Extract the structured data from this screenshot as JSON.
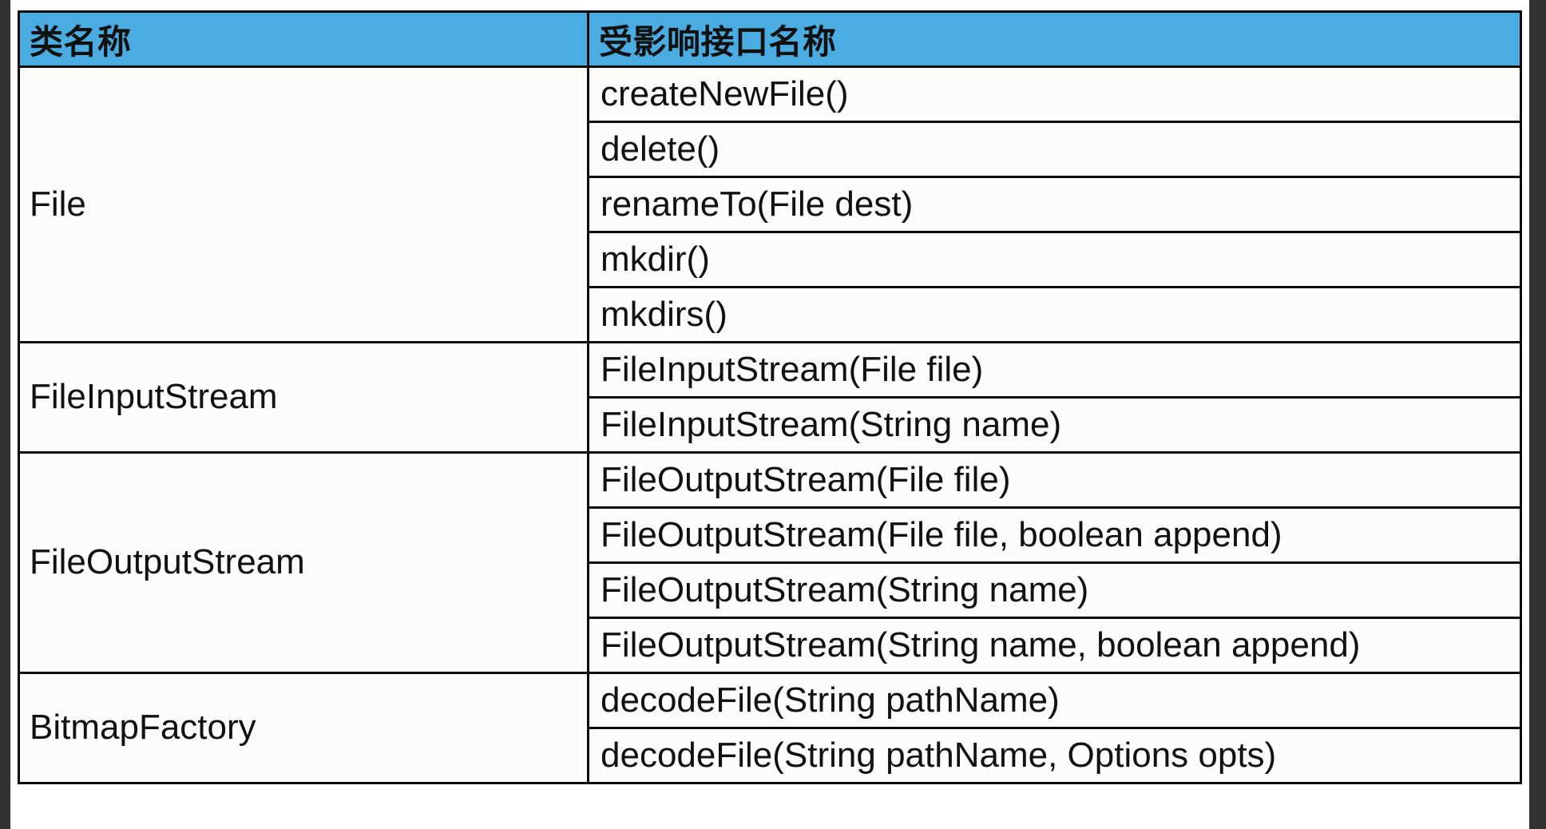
{
  "table": {
    "headers": {
      "class_name": "类名称",
      "affected_interface_name": "受影响接口名称"
    },
    "accent_header_color": "#4bace1",
    "border_color": "#0b0b0b",
    "cell_background": "#fdfcfb",
    "groups": [
      {
        "class_name": "File",
        "methods": [
          "createNewFile()",
          "delete()",
          "renameTo(File dest)",
          "mkdir()",
          "mkdirs()"
        ]
      },
      {
        "class_name": "FileInputStream",
        "methods": [
          "FileInputStream(File file)",
          "FileInputStream(String name)"
        ]
      },
      {
        "class_name": "FileOutputStream",
        "methods": [
          "FileOutputStream(File file)",
          "FileOutputStream(File file, boolean append)",
          "FileOutputStream(String name)",
          "FileOutputStream(String name, boolean append)"
        ]
      },
      {
        "class_name": "BitmapFactory",
        "methods": [
          "decodeFile(String pathName)",
          "decodeFile(String pathName, Options opts)"
        ]
      }
    ]
  }
}
